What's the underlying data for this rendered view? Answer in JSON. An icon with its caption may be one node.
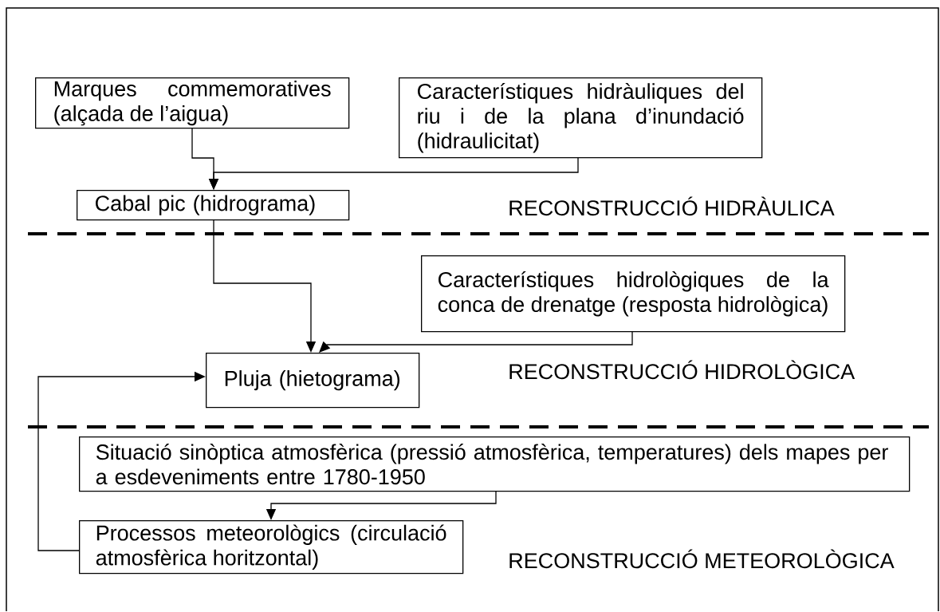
{
  "diagram": {
    "nodes": [
      {
        "text": [
          "Marques commemoratives (alçada de l’aigua)"
        ]
      },
      {
        "text": [
          "Característiques hidràuliques del riu i de la plana d’inundació (hidraulicitat)"
        ]
      },
      {
        "text": [
          "Cabal pic (hidrograma)"
        ]
      },
      {
        "text": [
          "Característiques hidrològiques de la conca de drenatge (resposta hidrològica)"
        ]
      },
      {
        "text": [
          "Pluja (hietograma)"
        ]
      },
      {
        "text": [
          "Situació sinòptica atmosfèrica (pressió atmosfèrica, temperatures) dels mapes per a esdeveniments entre 1780-1950"
        ]
      },
      {
        "text": [
          "Processos meteorològics (circulació atmosfèrica horitzontal)"
        ]
      }
    ],
    "edges": [
      {
        "from": 0,
        "to": 2,
        "arrow": "to"
      },
      {
        "from": 1,
        "to": 2,
        "arrow": "to"
      },
      {
        "from": 2,
        "to": 4,
        "arrow": "to"
      },
      {
        "from": 3,
        "to": 4,
        "arrow": "to"
      },
      {
        "from": 6,
        "to": 4,
        "arrow": "to"
      },
      {
        "from": 5,
        "to": 6,
        "arrow": "to"
      }
    ],
    "labels": [
      "RECONSTRUCCIÓ HIDRÀULICA",
      "RECONSTRUCCIÓ HIDROLÒGICA",
      "RECONSTRUCCIÓ METEOROLÒGICA"
    ]
  }
}
